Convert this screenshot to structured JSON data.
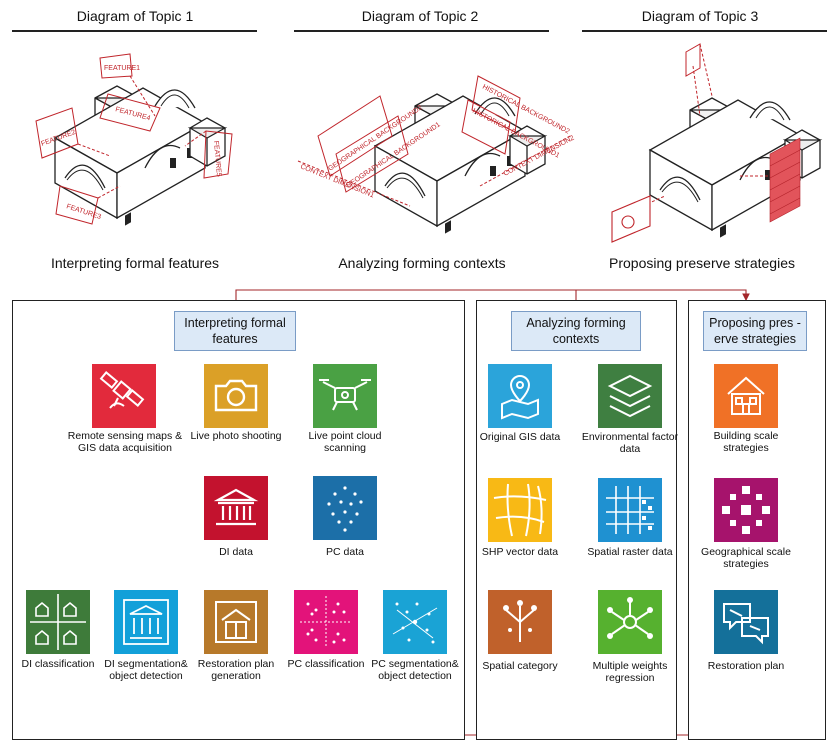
{
  "top": {
    "topics": [
      "Diagram of Topic 1",
      "Diagram of Topic 2",
      "Diagram of Topic 3"
    ],
    "captions": [
      "Interpreting formal features",
      "Analyzing forming contexts",
      "Proposing preserve strategies"
    ],
    "feature_tags": [
      "FEATURE1",
      "FEATURE2",
      "FEATURE3",
      "FEATURE4",
      "FEATURE5"
    ],
    "context_tags": [
      "GEOGRAPHICAL BACKGROUND2",
      "GEOGRAPHICAL BACKGROUND1",
      "HISTORICAL BACKGROUND2",
      "HISTORICAL BACKGROUND1",
      "CONTEXT DIMENSION1",
      "CONTEXT DIMENSION2"
    ]
  },
  "panel1": {
    "header": "Interpreting formal features",
    "items": {
      "remote": "Remote sensing maps & GIS data acquisition",
      "photo": "Live photo shooting",
      "scan": "Live point cloud scanning",
      "di": "DI data",
      "pc": "PC data",
      "di_class": "DI classification",
      "di_seg": "DI segmentation& object detection",
      "restoration_gen": "Restoration plan generation",
      "pc_class": "PC classification",
      "pc_seg": "PC segmentation& object detection"
    }
  },
  "panel2": {
    "header": "Analyzing forming contexts",
    "items": {
      "gis": "Original GIS data",
      "env": "Environmental factor data",
      "shp": "SHP vector data",
      "raster": "Spatial raster data",
      "category": "Spatial category",
      "regression": "Multiple weights regression"
    }
  },
  "panel3": {
    "header": "Proposing pres -erve strategies",
    "items": {
      "building": "Building scale strategies",
      "geo": "Geographical scale strategies",
      "plan": "Restoration plan"
    }
  },
  "colors": {
    "line": "#a3262a",
    "red": "#e22a3c",
    "gold": "#dba027",
    "green": "#4aa144",
    "darkred": "#c3122e",
    "blue": "#1c6fa8",
    "darkgreen": "#3e7b3a",
    "cyan": "#12a0d9",
    "brown": "#b7792a",
    "magenta": "#e3137a",
    "teal": "#1aa3d5",
    "lightblue": "#2ba4da",
    "forest": "#3f7f41",
    "yellow": "#f8b915",
    "azure": "#1f91d1",
    "rust": "#c0612b",
    "lime": "#56b12f",
    "orange": "#f07126",
    "plum": "#a6136c",
    "petrol": "#14709a"
  }
}
